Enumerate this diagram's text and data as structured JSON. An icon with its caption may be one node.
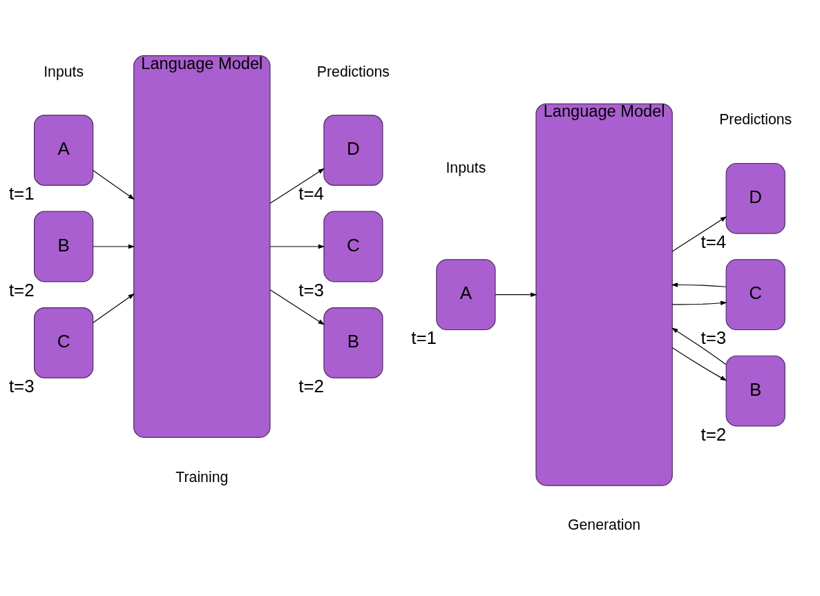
{
  "diagram": {
    "nodes": [
      {
        "text": [
          "A"
        ],
        "beside": [
          "t=1"
        ]
      },
      {
        "text": [
          "B"
        ],
        "beside": [
          "t=2"
        ]
      },
      {
        "text": [
          "C"
        ],
        "beside": [
          "t=3"
        ]
      },
      {
        "text": [
          "Language Model"
        ]
      },
      {
        "text": [
          "B"
        ],
        "beside": [
          "t=2"
        ]
      },
      {
        "text": [
          "C"
        ],
        "beside": [
          "t=3"
        ]
      },
      {
        "text": [
          "D"
        ],
        "beside": [
          "t=4"
        ]
      },
      {
        "text": [
          "A"
        ],
        "beside": [
          "t=1"
        ]
      },
      {
        "text": [
          "Language Model"
        ]
      },
      {
        "text": [
          "B"
        ],
        "beside": [
          "t=2"
        ]
      },
      {
        "text": [
          "C"
        ],
        "beside": [
          "t=3"
        ]
      },
      {
        "text": [
          "D"
        ],
        "beside": [
          "t=4"
        ]
      }
    ],
    "edges": [
      {
        "from": 0,
        "to": 3,
        "arrow": "to"
      },
      {
        "from": 1,
        "to": 3,
        "arrow": "to"
      },
      {
        "from": 2,
        "to": 3,
        "arrow": "to"
      },
      {
        "from": 3,
        "to": 4,
        "arrow": "to"
      },
      {
        "from": 3,
        "to": 5,
        "arrow": "to"
      },
      {
        "from": 3,
        "to": 6,
        "arrow": "to"
      },
      {
        "from": 7,
        "to": 8,
        "arrow": "to"
      },
      {
        "from": 8,
        "to": 9,
        "arrow": "to"
      },
      {
        "from": 8,
        "to": 10,
        "arrow": "to"
      },
      {
        "from": 8,
        "to": 11,
        "arrow": "to"
      },
      {
        "from": 9,
        "to": 8,
        "arrow": "to"
      },
      {
        "from": 10,
        "to": 8,
        "arrow": "to"
      }
    ],
    "labels": [
      "Training",
      "Generation",
      "Inputs",
      "Predictions",
      "Inputs",
      "Predictions"
    ]
  }
}
